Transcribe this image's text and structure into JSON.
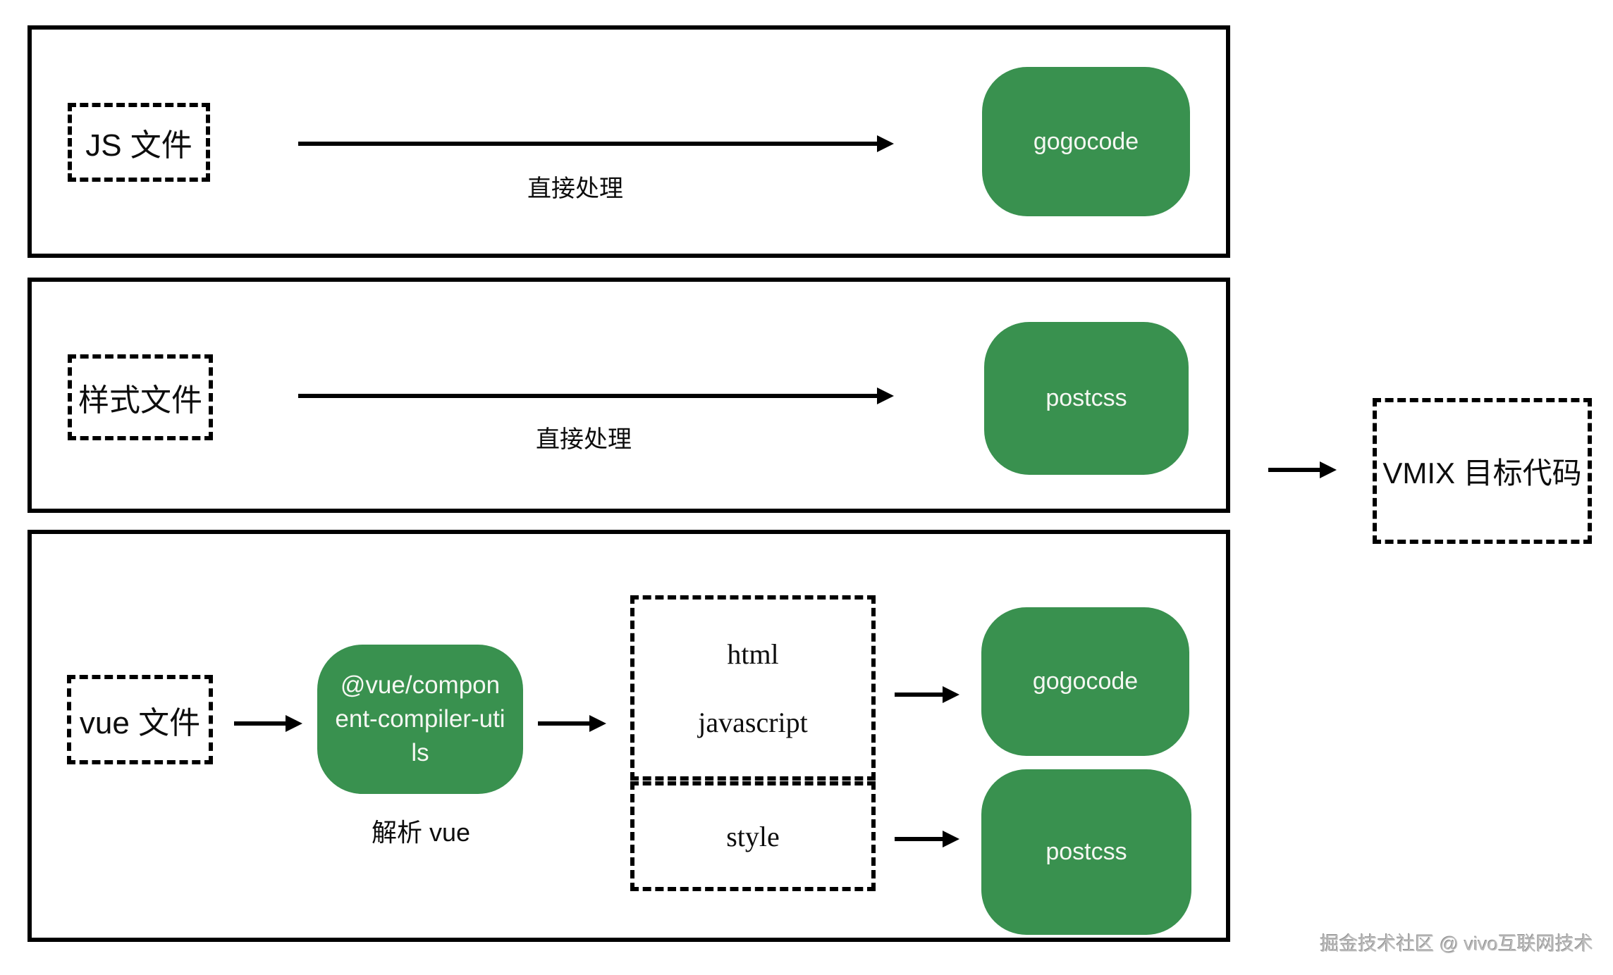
{
  "diagram": {
    "rows": [
      {
        "source": "JS 文件",
        "arrow_label": "直接处理",
        "target": "gogocode"
      },
      {
        "source": "样式文件",
        "arrow_label": "直接处理",
        "target": "postcss"
      },
      {
        "source": "vue 文件",
        "parser": "@vue/component-compiler-utils",
        "parser_label": "解析 vue",
        "branches": [
          {
            "lines": [
              "html",
              "javascript"
            ],
            "target": "gogocode"
          },
          {
            "lines": [
              "style"
            ],
            "target": "postcss"
          }
        ]
      }
    ],
    "output_label": "VMIX 目标代码",
    "watermark": "掘金技术社区 @ vivo互联网技术",
    "colors": {
      "node_green": "#39914F",
      "node_text": "#F5F7F2",
      "line_black": "#000000",
      "watermark_gray": "#BDBDBD"
    }
  }
}
